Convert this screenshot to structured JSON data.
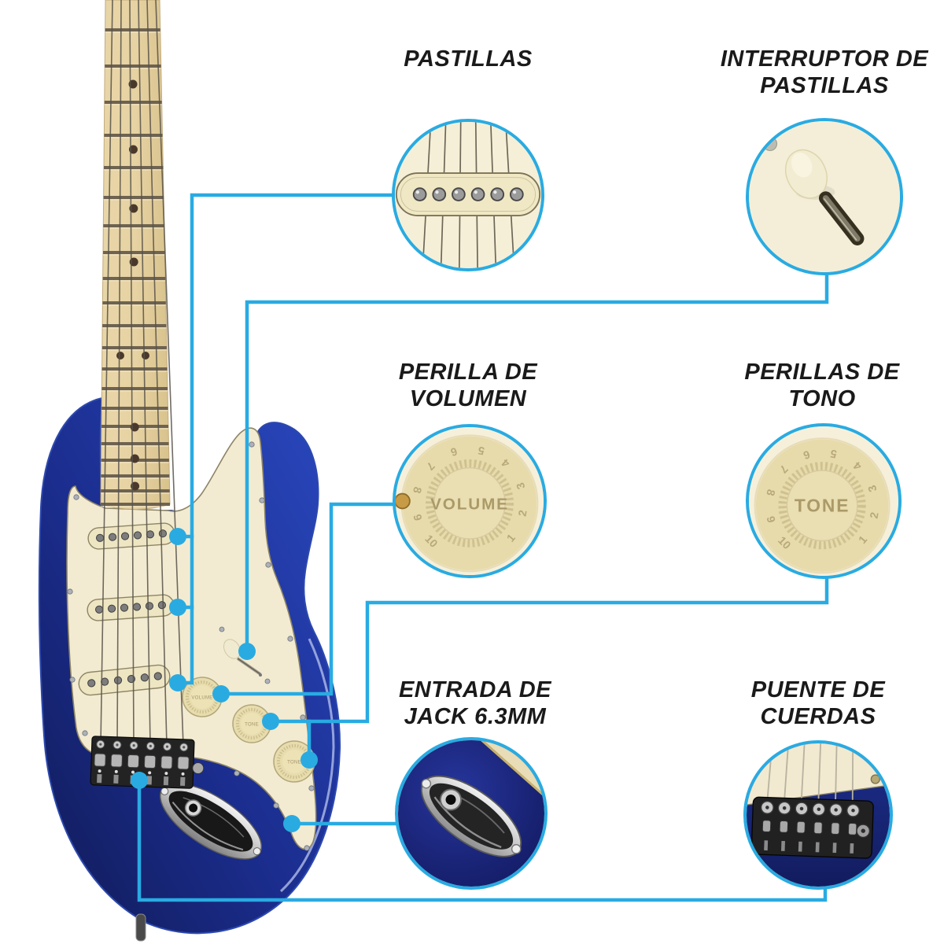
{
  "colors": {
    "accent": "#29abe2",
    "background": "#ffffff",
    "body_blue": "#1b2d8e",
    "pickguard_cream": "#f2ebd1",
    "knob_cream": "#e7dbab",
    "label_text": "#1a1a1a"
  },
  "callouts": {
    "pastillas": {
      "lines": [
        "PASTILLAS",
        ""
      ]
    },
    "interruptor": {
      "lines": [
        "INTERRUPTOR DE",
        "PASTILLAS"
      ]
    },
    "volumen": {
      "lines": [
        "PERILLA DE",
        "VOLUMEN"
      ]
    },
    "tono": {
      "lines": [
        "PERILLAS DE",
        "TONO"
      ]
    },
    "entrada": {
      "lines": [
        "ENTRADA DE",
        "JACK 6.3MM"
      ]
    },
    "puente": {
      "lines": [
        "PUENTE DE",
        "CUERDAS"
      ]
    }
  },
  "knobs": {
    "volume_label": "VOLUME",
    "tone_label": "TONE",
    "dial_numbers": [
      "1",
      "2",
      "3",
      "4",
      "5",
      "6",
      "7",
      "8",
      "9",
      "10"
    ]
  }
}
